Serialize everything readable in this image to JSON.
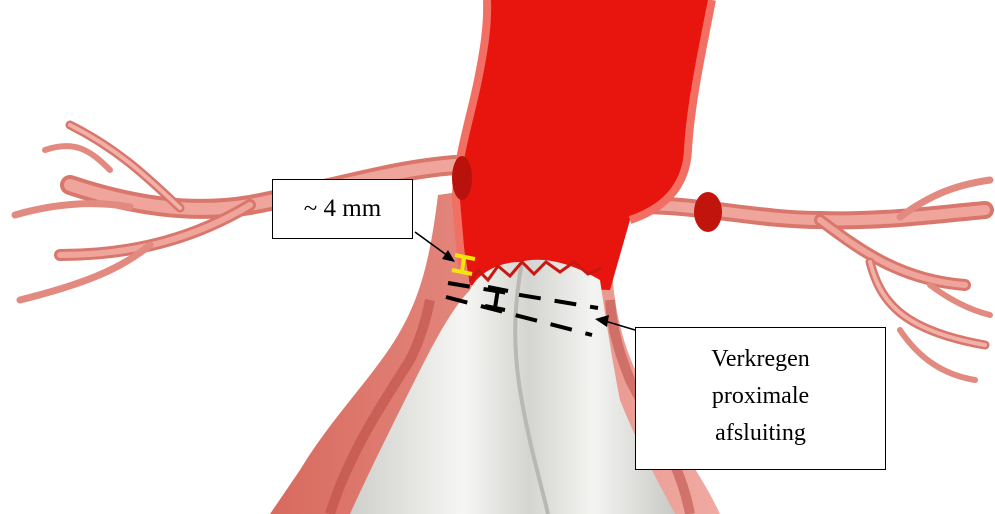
{
  "labels": {
    "neck_gap": "~ 4 mm",
    "proximal_seal": [
      "Verkregen",
      "proximale",
      "afsluiting"
    ]
  },
  "colors": {
    "aorta_red": "#e8150f",
    "vessel_wall": "#e58b80",
    "branch_pink": "#e8928a",
    "stent_graft": "#ececea",
    "measure_marker": "#f5e60a",
    "ink": "#000000"
  }
}
